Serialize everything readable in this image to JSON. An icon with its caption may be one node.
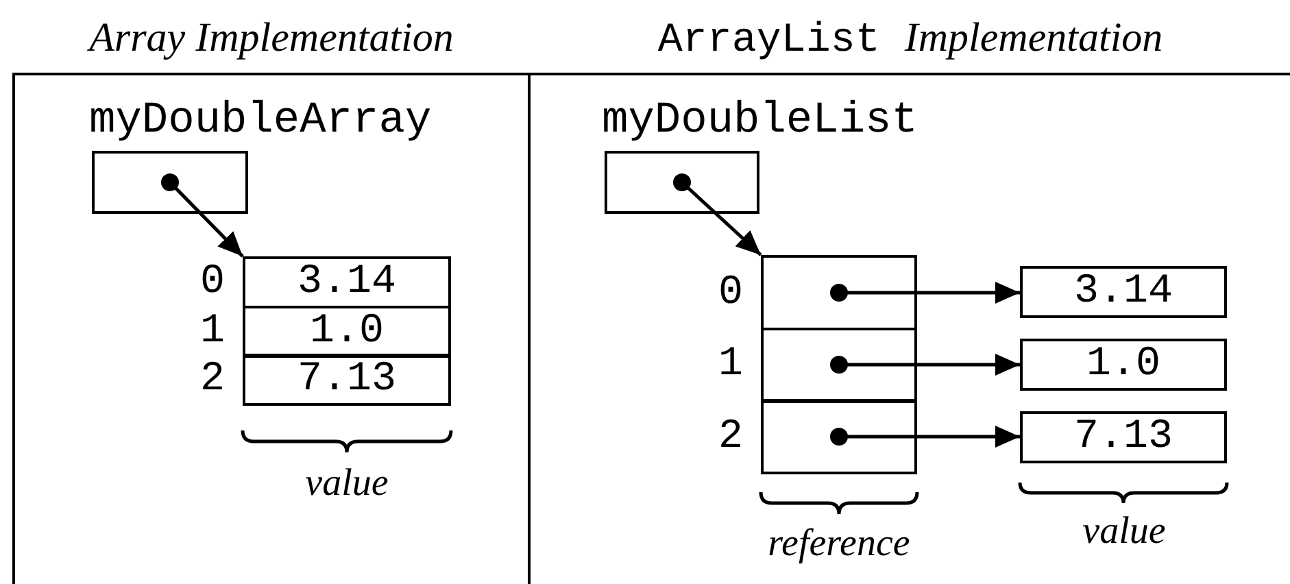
{
  "diagram": {
    "nodes": [
      {
        "text": [
          "Array Implementation"
        ]
      },
      {
        "text": [
          "myDoubleArray"
        ],
        "in": 0
      },
      {
        "text": [
          "3.14"
        ],
        "beside": [
          "0"
        ],
        "in": 0
      },
      {
        "text": [
          "1.0"
        ],
        "beside": [
          "1"
        ],
        "in": 0
      },
      {
        "text": [
          "7.13"
        ],
        "beside": [
          "2"
        ],
        "in": 0
      },
      {
        "text": [
          "ArrayList *Implementation*"
        ]
      },
      {
        "text": [
          "myDoubleList"
        ],
        "in": 5
      },
      {
        "text": [],
        "shape": "box",
        "beside": [
          "0"
        ],
        "in": 5
      },
      {
        "text": [],
        "shape": "box",
        "beside": [
          "1"
        ],
        "in": 5
      },
      {
        "text": [],
        "shape": "box",
        "beside": [
          "2"
        ],
        "in": 5
      },
      {
        "text": [
          "3.14"
        ],
        "in": 5
      },
      {
        "text": [
          "1.0"
        ],
        "in": 5
      },
      {
        "text": [
          "7.13"
        ],
        "in": 5
      }
    ],
    "edges": [
      {
        "from": 1,
        "to": 2,
        "arrow": "to"
      },
      {
        "from": 6,
        "to": 7,
        "arrow": "to"
      },
      {
        "from": 7,
        "to": 10,
        "arrow": "to"
      },
      {
        "from": 8,
        "to": 11,
        "arrow": "to"
      },
      {
        "from": 9,
        "to": 12,
        "arrow": "to"
      }
    ],
    "labels": [
      "value",
      "reference",
      "value"
    ]
  }
}
